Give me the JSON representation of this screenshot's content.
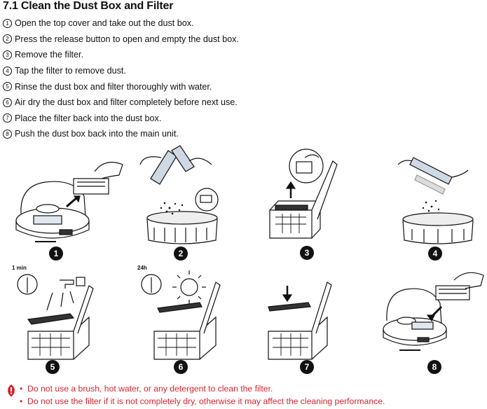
{
  "title": "7.1 Clean the Dust Box and Filter",
  "steps": [
    {
      "num": "1",
      "text": "Open the top cover and take out the dust box."
    },
    {
      "num": "2",
      "text": "Press the release button to open and empty the dust box."
    },
    {
      "num": "3",
      "text": "Remove the filter."
    },
    {
      "num": "4",
      "text": "Tap the filter to remove dust."
    },
    {
      "num": "5",
      "text": "Rinse the dust box and filter thoroughly with water."
    },
    {
      "num": "6",
      "text": "Air dry the dust box and filter completely before next use."
    },
    {
      "num": "7",
      "text": "Place the filter back into the dust box."
    },
    {
      "num": "8",
      "text": "Push the dust box back into the main unit."
    }
  ],
  "figure_labels": {
    "one_min": "1 min",
    "twenty_four_h": "24h"
  },
  "badges": [
    "1",
    "2",
    "3",
    "4",
    "5",
    "6",
    "7",
    "8"
  ],
  "notes": [
    "Do not use a brush, hot water, or any detergent to clean the filter.",
    "Do not use the filter if it is not completely dry, otherwise it may affect the cleaning performance."
  ],
  "colors": {
    "warning": "#d8262d",
    "ink": "#111111"
  },
  "icons": [
    "warning-icon"
  ]
}
